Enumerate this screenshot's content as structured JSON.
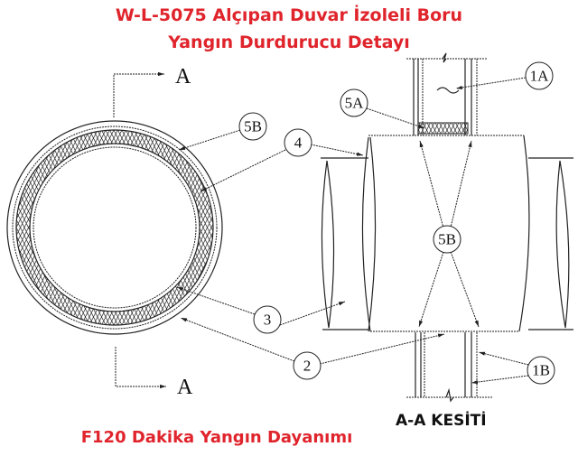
{
  "title": {
    "line1": "W-L-5075 Alçıpan Duvar İzoleli Boru",
    "line2": "Yangın Durdurucu Detayı"
  },
  "section_marks": {
    "top": "A",
    "bottom": "A"
  },
  "callouts": {
    "c5B_left": "5B",
    "c4": "4",
    "c3": "3",
    "c2": "2",
    "c5A": "5A",
    "c1A": "1A",
    "c5B_right": "5B",
    "c1B": "1B"
  },
  "section_label": "A-A KESİTİ",
  "footer": "F120 Dakika Yangın Dayanımı",
  "colors": {
    "title": "#e0242c",
    "lines": "#222222"
  }
}
